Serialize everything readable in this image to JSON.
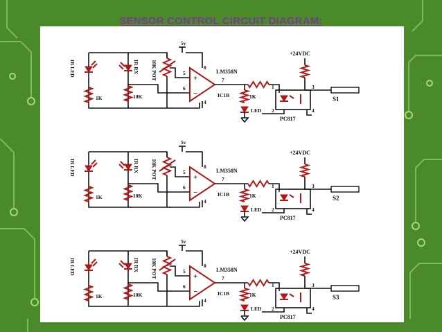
{
  "title": "SENSOR CONTROL CIRCUIT DIAGRAM:",
  "colors": {
    "background": "#4a8a2a",
    "title": "#7a3b8f",
    "component": "#b01818",
    "wire": "#111111",
    "panel": "#ffffff"
  },
  "circuits": [
    {
      "ir_led": "IR LED",
      "ir_rx": "IR RX",
      "pot": "10K POT",
      "r_led": "1K",
      "r_rx": "10K",
      "supply": "5v",
      "opamp": "LM358N",
      "ic": "IC1B",
      "pin5": "5",
      "pin6": "6",
      "pin7": "7",
      "pin8": "8",
      "pin4": "4",
      "r_out": "1K",
      "led": "LED",
      "opto": "PC817",
      "vdc": "+24VDC",
      "o1": "1",
      "o2": "2",
      "o3": "3",
      "o4": "4",
      "sensor": "S1"
    },
    {
      "ir_led": "IR LED",
      "ir_rx": "IR RX",
      "pot": "10K POT",
      "r_led": "1K",
      "r_rx": "10K",
      "supply": "5v",
      "opamp": "LM358N",
      "ic": "IC1B",
      "pin5": "5",
      "pin6": "6",
      "pin7": "7",
      "pin8": "8",
      "pin4": "4",
      "r_out": "1K",
      "led": "LED",
      "opto": "PC817",
      "vdc": "+24VDC",
      "o1": "1",
      "o2": "2",
      "o3": "3",
      "o4": "4",
      "sensor": "S2"
    },
    {
      "ir_led": "IR LED",
      "ir_rx": "IR RX",
      "pot": "10K POT",
      "r_led": "1K",
      "r_rx": "10K",
      "supply": "5v",
      "opamp": "LM358N",
      "ic": "IC1B",
      "pin5": "5",
      "pin6": "6",
      "pin7": "7",
      "pin8": "8",
      "pin4": "4",
      "r_out": "1K",
      "led": "LED",
      "opto": "PC817",
      "vdc": "+24VDC",
      "o1": "1",
      "o2": "2",
      "o3": "3",
      "o4": "4",
      "sensor": "S3"
    }
  ]
}
